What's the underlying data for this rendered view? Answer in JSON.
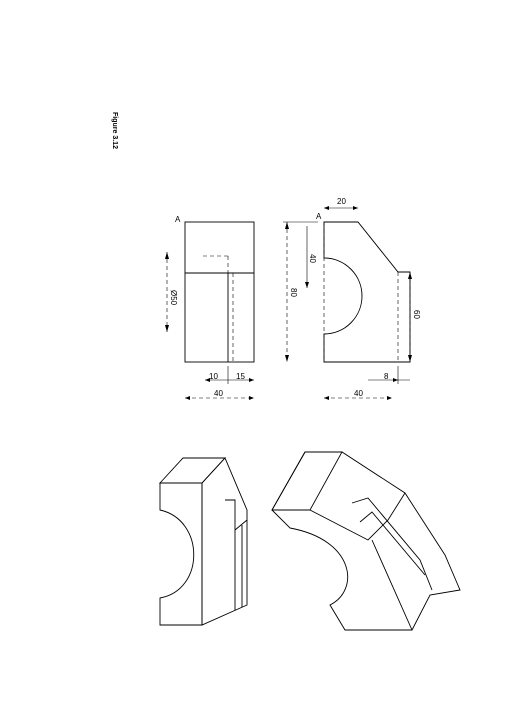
{
  "figure": {
    "caption": "Figure 3.12"
  },
  "left_view": {
    "section_label": "A",
    "dims": {
      "diameter": "Ø50",
      "slot": "10",
      "right": "15",
      "width": "40"
    }
  },
  "right_view": {
    "section_label": "A",
    "dims": {
      "top": "20",
      "inner": "40",
      "height": "80",
      "side": "60",
      "step": "8",
      "width": "40"
    }
  }
}
